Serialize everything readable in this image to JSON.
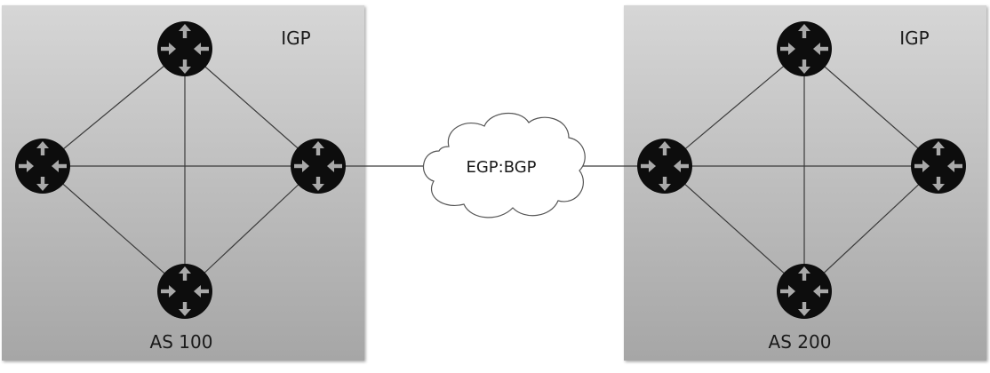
{
  "domains": [
    {
      "id": "as100",
      "igp_label": "IGP",
      "as_label": "AS 100"
    },
    {
      "id": "as200",
      "igp_label": "IGP",
      "as_label": "AS 200"
    }
  ],
  "interconnect": {
    "label": "EGP:BGP"
  },
  "router_icon": "router-icon",
  "colors": {
    "panel_top": "#d4d4d4",
    "panel_bottom": "#a8a8a8",
    "router_fill": "#0d0d0d",
    "router_arrow": "#a9a9a9",
    "link": "#3a3a3a",
    "cloud_fill": "#ffffff",
    "cloud_stroke": "#555555"
  }
}
